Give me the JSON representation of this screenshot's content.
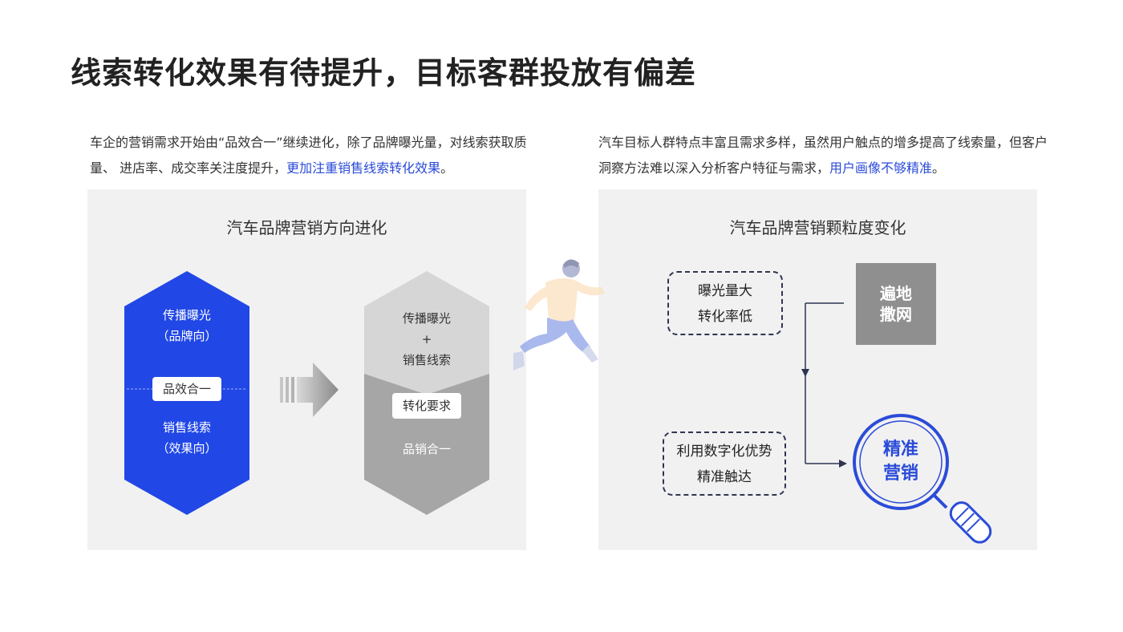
{
  "title": "线索转化效果有待提升，目标客群投放有偏差",
  "left": {
    "desc_plain": "车企的营销需求开始由“品效合一”继续进化，除了品牌曝光量，对线索获取质量、 进店率、成交率关注度提升，",
    "desc_highlight": "更加注重销售线索转化效果",
    "desc_end": "。",
    "panel_title": "汽车品牌营销方向进化",
    "hex_blue": {
      "top_line1": "传播曝光",
      "top_line2": "（品牌向）",
      "pill": "品效合一",
      "bottom_line1": "销售线索",
      "bottom_line2": "（效果向）"
    },
    "hex_gray": {
      "top_line1": "传播曝光",
      "top_line2": "+",
      "top_line3": "销售线索",
      "pill": "转化要求",
      "bottom_line1": "品销合一"
    }
  },
  "right": {
    "desc_plain": "汽车目标人群特点丰富且需求多样，虽然用户触点的增多提高了线索量，但客户洞察方法难以深入分析客户特征与需求，",
    "desc_highlight": "用户画像不够精准",
    "desc_end": "。",
    "panel_title": "汽车品牌营销颗粒度变化",
    "box1_line1": "曝光量大",
    "box1_line2": "转化率低",
    "box2_line1": "利用数字化优势",
    "box2_line2": "精准触达",
    "gray_line1": "遍地",
    "gray_line2": "撒网",
    "lens_line1": "精准",
    "lens_line2": "营销"
  },
  "colors": {
    "accent_blue": "#2b4bd8",
    "hex_blue": "#2147e6",
    "hex_gray_top": "#d6d6d6",
    "hex_gray_bottom": "#a6a6a6",
    "gray_box": "#8f8f8f",
    "dash_border": "#2e3550"
  },
  "icons": [
    "right-arrow-icon",
    "running-man-icon",
    "magnifier-icon",
    "flow-arrow-icon"
  ]
}
